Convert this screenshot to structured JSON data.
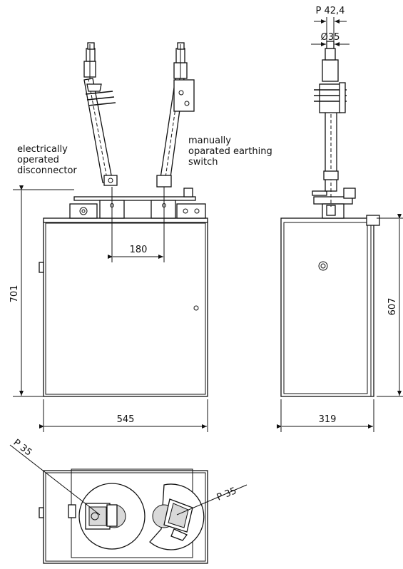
{
  "labels": {
    "disconnector": [
      "electrically",
      "operated",
      "disconnector"
    ],
    "earthing": [
      "manually",
      "oparated earthing",
      "switch"
    ]
  },
  "dimensions": {
    "height_front": "701",
    "width_front": "545",
    "pole_spacing": "180",
    "height_side": "607",
    "depth_side": "319",
    "pitch_top": "P 42,4",
    "diameter_top": "Ø35",
    "pitch_left_plan": "P 35",
    "pitch_right_plan": "P 35"
  }
}
